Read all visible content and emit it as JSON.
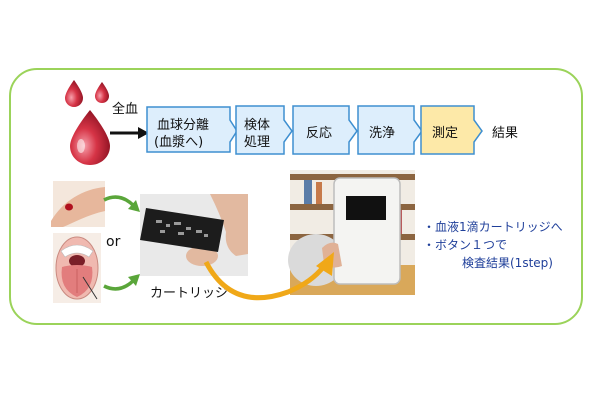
{
  "flow": {
    "input_label": "全血",
    "steps": [
      {
        "label": "血球分離\n(血漿へ)",
        "fill": "#ddeefc"
      },
      {
        "label": "検体\n処理",
        "fill": "#ddeefc"
      },
      {
        "label": "反応",
        "fill": "#ddeefc"
      },
      {
        "label": "洗浄",
        "fill": "#ddeefc"
      },
      {
        "label": "測定",
        "fill": "#fde9a8"
      }
    ],
    "result_label": "結果"
  },
  "photos": {
    "or_label": "or",
    "cartridge_label": "カートリッジ"
  },
  "notes": {
    "line1": "・血液1滴カートリッジへ",
    "line2": "・ボタン１つで",
    "line3": "検査結果(1step)"
  },
  "colors": {
    "panel_border": "#9bd35a",
    "step_border": "#3e8fd0",
    "blood": "#c8283c",
    "note_text": "#1f3f9a",
    "curve_arrow": "#f0a818",
    "green_arrow": "#5aa63a"
  }
}
